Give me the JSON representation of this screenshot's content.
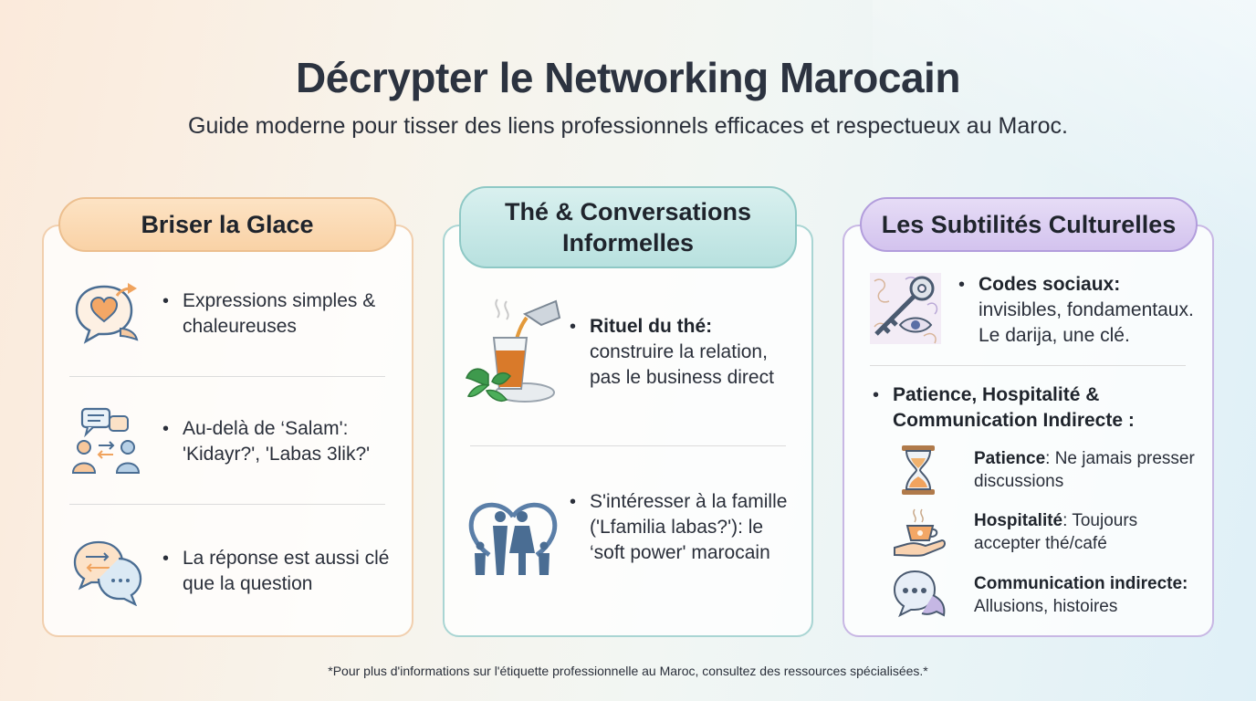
{
  "title": "Décrypter le Networking Marocain",
  "subtitle": "Guide moderne pour tisser des liens professionnels efficaces et respectueux au Maroc.",
  "colors": {
    "card1_accent": "#f9d2a6",
    "card2_accent": "#b8e1df",
    "card3_accent": "#d3c3ee",
    "icon_orange": "#f0a35e",
    "icon_blue": "#5a7ea6"
  },
  "cards": [
    {
      "title": "Briser la Glace",
      "items": [
        {
          "icon": "heart-chat-icon",
          "text": "Expressions simples & chaleureuses"
        },
        {
          "icon": "people-exchange-icon",
          "text": "Au-delà de ‘Salam': 'Kidayr?', 'Labas 3lik?'"
        },
        {
          "icon": "reply-bubbles-icon",
          "text": "La réponse est aussi clé que la question"
        }
      ]
    },
    {
      "title": "Thé & Conversations Informelles",
      "items": [
        {
          "icon": "mint-tea-icon",
          "bold": "Rituel du thé:",
          "text": "construire la relation, pas le business direct"
        },
        {
          "icon": "family-heart-icon",
          "text": "S'intéresser à la famille ('Lfamilia labas?'): le ‘soft power' marocain"
        }
      ]
    },
    {
      "title": "Les Subtilités Culturelles",
      "codes": {
        "icon": "key-eye-icon",
        "bold": "Codes sociaux:",
        "text": "invisibles, fondamentaux. Le darija, une clé."
      },
      "phc_title": "Patience, Hospitalité & Communication Indirecte :",
      "subitems": [
        {
          "icon": "hourglass-icon",
          "bold": "Patience",
          "text": ": Ne jamais presser discussions"
        },
        {
          "icon": "hand-tea-icon",
          "bold": "Hospitalité",
          "text": ": Toujours accepter thé/café"
        },
        {
          "icon": "chat-dots-icon",
          "bold": "Communication indirecte:",
          "text": "Allusions, histoires"
        }
      ]
    }
  ],
  "footer": "*Pour plus d'informations sur l'étiquette professionnelle au Maroc, consultez des ressources spécialisées.*"
}
